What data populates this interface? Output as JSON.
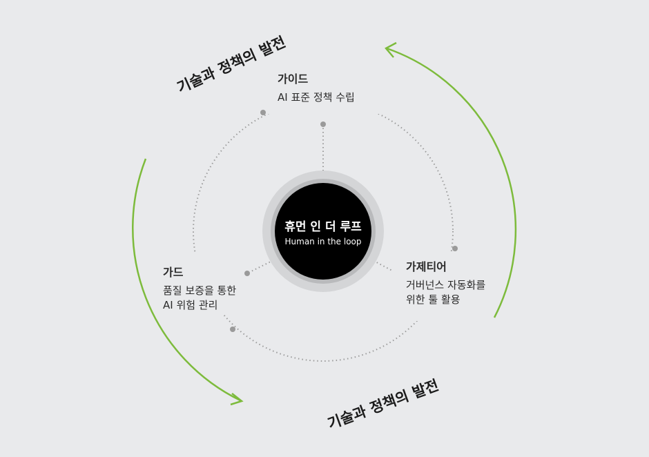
{
  "center": {
    "title_ko": "휴먼 인 더 루프",
    "title_en": "Human in the loop"
  },
  "nodes": [
    {
      "title": "가이드",
      "desc": [
        "AI 표준 정책 수립"
      ]
    },
    {
      "title": "가드",
      "desc": [
        "품질 보증을 통한",
        "AI 위험 관리"
      ]
    },
    {
      "title": "가제티어",
      "desc": [
        "거버넌스 자동화를",
        "위한 툴 활용"
      ]
    }
  ],
  "cycle_label_top": "기술과 정책의 발전",
  "cycle_label_bottom": "기술과 정책의 발전",
  "colors": {
    "accent_green": "#7dbb3c",
    "core": "#000000",
    "background": "#e9eaec"
  }
}
